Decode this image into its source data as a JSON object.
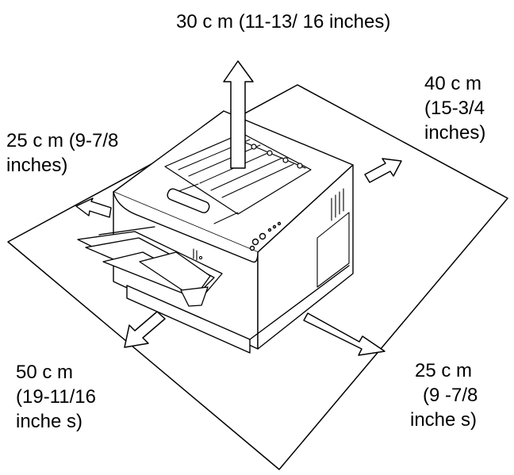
{
  "figure": {
    "background": "#ffffff",
    "line_color": "#000000"
  },
  "clearances": {
    "rear": {
      "line1": "30 c m (11-13/ 16 inches)"
    },
    "left": {
      "line1": "25 c m (9-7/8",
      "line2": "inches)"
    },
    "right": {
      "line1": "40 c m",
      "line2": "(15-3/4",
      "line3": "inches)"
    },
    "front": {
      "line1": "50 c m",
      "line2": "(19-11/16",
      "line3": "inche s)"
    },
    "front_right": {
      "line1": "25 c m",
      "line2": "(9 -7/8",
      "line3": "inche s)"
    }
  }
}
